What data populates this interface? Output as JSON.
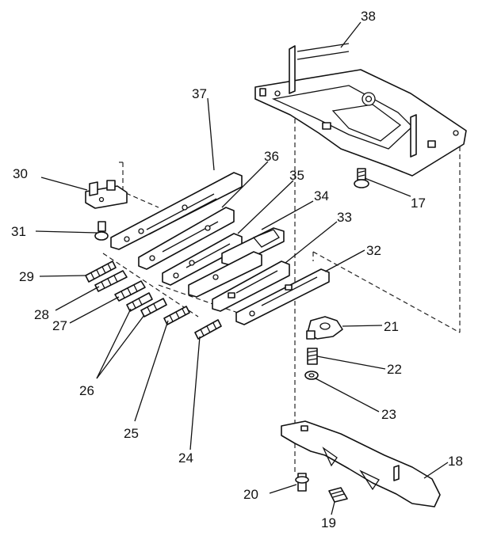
{
  "callouts": {
    "c17": "17",
    "c18": "18",
    "c19": "19",
    "c20": "20",
    "c21": "21",
    "c22": "22",
    "c23": "23",
    "c24": "24",
    "c25": "25",
    "c26": "26",
    "c27": "27",
    "c28": "28",
    "c29": "29",
    "c30": "30",
    "c31": "31",
    "c32": "32",
    "c33": "33",
    "c34": "34",
    "c35": "35",
    "c36": "36",
    "c37": "37",
    "c38": "38"
  }
}
